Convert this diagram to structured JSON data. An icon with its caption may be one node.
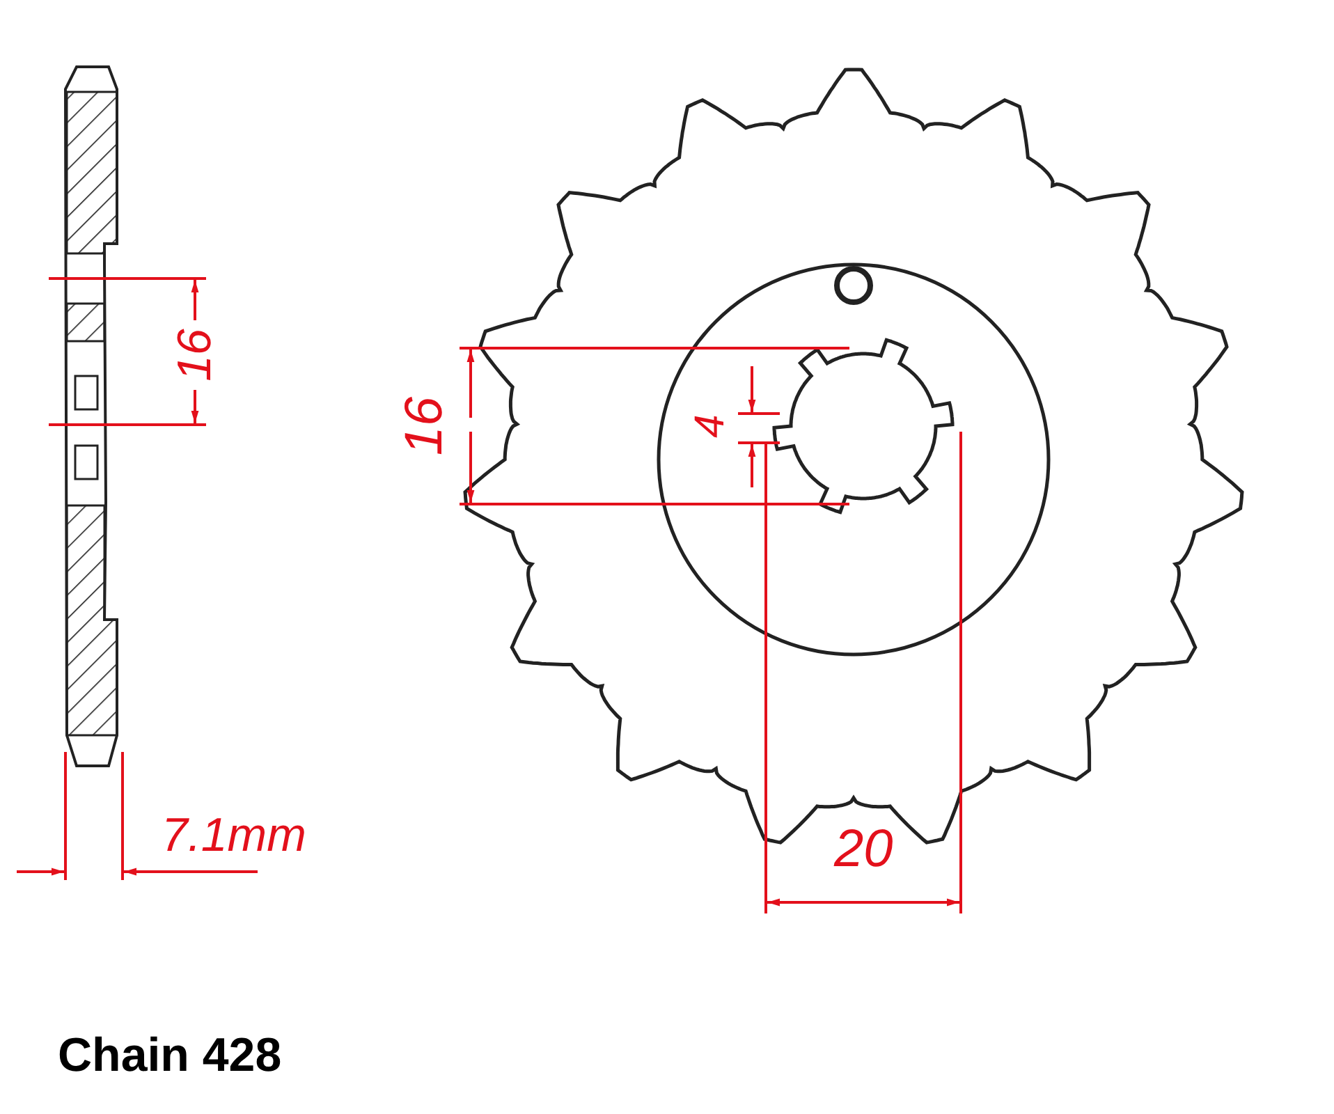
{
  "diagram": {
    "labels": [
      "16",
      "16",
      "4",
      "7.1mm",
      "20",
      "Chain 428"
    ]
  }
}
